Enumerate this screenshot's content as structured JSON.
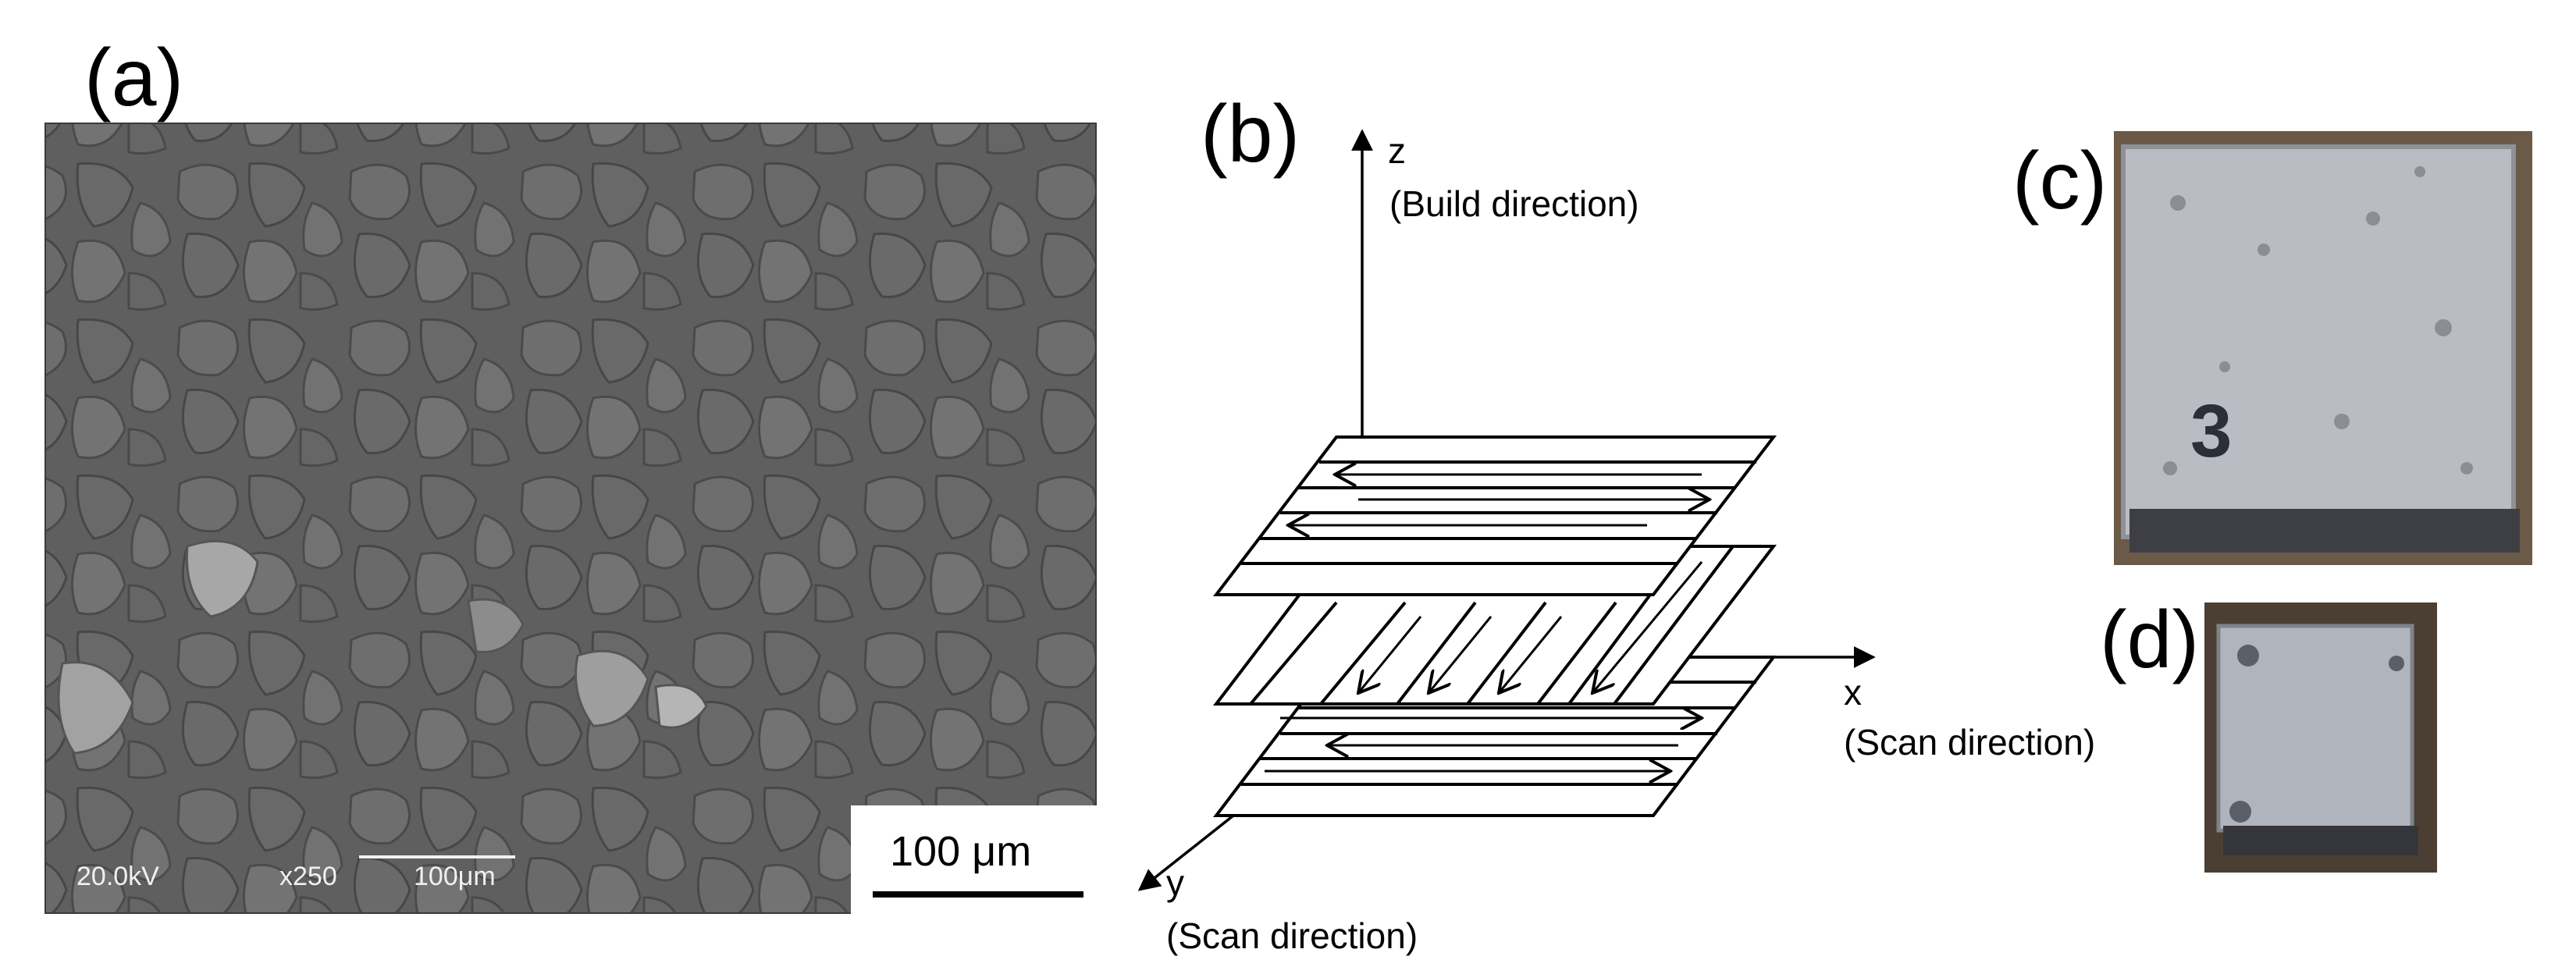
{
  "panels": {
    "a": {
      "label": "(a)",
      "sem_info": {
        "voltage": "20.0kV",
        "magnification": "x250",
        "bar_label": "100μm"
      },
      "scale_bar": "100 μm"
    },
    "b": {
      "label": "(b)",
      "axes": {
        "z": {
          "letter": "z",
          "caption": "(Build direction)"
        },
        "x": {
          "letter": "x",
          "caption": "(Scan direction)"
        },
        "y": {
          "letter": "y",
          "caption": "(Scan direction)"
        }
      }
    },
    "c": {
      "label": "(c)",
      "sample_number": "3"
    },
    "d": {
      "label": "(d)"
    }
  }
}
